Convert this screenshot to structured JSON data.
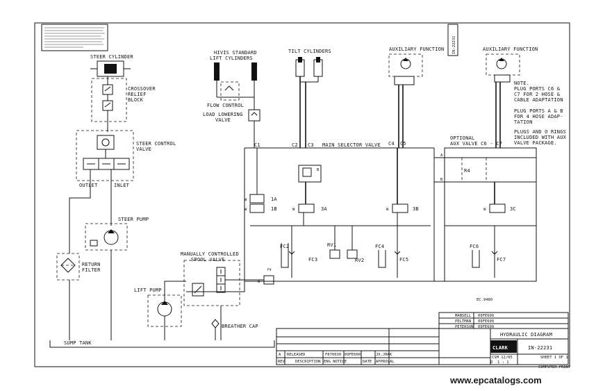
{
  "components": {
    "steer_cylinder": "STEER CYLINDER",
    "crossover_relief_block": [
      "CROSSOVER",
      "RELIEF",
      "BLOCK"
    ],
    "steer_control_valve": [
      "STEER CONTROL",
      "VALVE"
    ],
    "outlet": "OUTLET",
    "inlet": "INLET",
    "steer_pump": "STEER PUMP",
    "return_filter": [
      "RETURN",
      "FILTER"
    ],
    "lift_pump": "LIFT PUMP",
    "sump_tank": "SUMP TANK",
    "hivis_lift_cylinders": [
      "HIVIS STANDARD",
      "LIFT CYLINDERS"
    ],
    "flow_control": "FLOW CONTROL",
    "load_lowering_valve": [
      "LOAD LOWERING",
      "VALVE"
    ],
    "tilt_cylinders": "TILT CYLINDERS",
    "auxiliary_function_1": "AUXILIARY FUNCTION",
    "auxiliary_function_2": "AUXILIARY FUNCTION",
    "main_selector_valve": "MAIN SELECTOR VALVE",
    "optional_aux_valve": [
      "OPTIONAL",
      "AUX VALVE C6 - C7"
    ],
    "manually_controlled_spool_valve": [
      "MANUALLY CONTROLLED",
      "SPOOL VALVE"
    ],
    "breather_cap": "BREATHER CAP"
  },
  "ports": {
    "c1": "C1",
    "c2": "C2",
    "c3": "C3",
    "c4": "C4",
    "c5": "C5",
    "a_top": "A",
    "b_top": "B",
    "a_right": "A",
    "b_right": "B",
    "b_tilt": "B",
    "r4": "R4",
    "n2": "2"
  },
  "valves": {
    "v1a": "1A",
    "v1b": "1B",
    "v3a": "3A",
    "v3b": "3B",
    "v3c": "3C",
    "rv1": "RV1",
    "rv2": "RV2",
    "fc2": "FC2",
    "fc3": "FC3",
    "fc4": "FC4",
    "fc5": "FC5",
    "fc6": "FC6",
    "fc7": "FC7",
    "w": "W"
  },
  "note": [
    "NOTE.",
    "PLUG PORTS C6 &",
    "C7 FOR 2 HOSE &",
    "CABLE ADAPTATION",
    "",
    "PLUG PORTS A & B",
    "FOR 4 HOSE ADAP-",
    "TATION",
    "",
    "PLUGS AND O RINGS",
    "INCLUDED WITH AUX",
    "VALVE PACKAGE."
  ],
  "ec_number": "EC.9480",
  "side_number": "IN-22231",
  "title_block": {
    "names": [
      "MANSELL",
      "PELTMAN",
      "PETERSON"
    ],
    "dates": [
      "09FE600",
      "09FE600",
      "09FE600"
    ],
    "title": "HYDRAULIC DIAGRAM",
    "brand": "CLARK",
    "drawing_number": "IN-22231",
    "sheet": "SHEET 1 OF 1",
    "computer_print": "COMPUTER PRINT",
    "scale": "1 : 1",
    "size": "D",
    "released": "RELEASED",
    "revision": "A",
    "cm_label": "CSM 12/05",
    "desc_header": "DESCRIPTION",
    "eng_header": "ENG NOTICE",
    "date_header": "DATE",
    "approval_header": "APPROVAL",
    "rev_header": "REV",
    "rev_row": [
      "F870030",
      "09FE600",
      "JX.JRKK"
    ]
  },
  "watermark": "www.epcatalogs.com"
}
